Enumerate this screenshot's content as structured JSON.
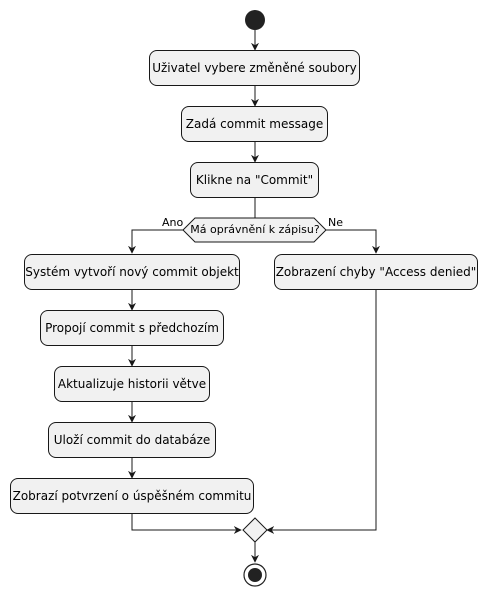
{
  "activities": {
    "a1": "Uživatel vybere změněné soubory",
    "a2": "Zadá commit message",
    "a3": "Klikne na \"Commit\"",
    "yes1": "Systém vytvoří nový commit objekt",
    "yes2": "Propojí commit s předchozím",
    "yes3": "Aktualizuje historii větve",
    "yes4": "Uloží commit do databáze",
    "yes5": "Zobrazí potvrzení o úspěšném commitu",
    "no1": "Zobrazení chyby \"Access denied\""
  },
  "decision": {
    "question": "Má oprávnění k zápisu?",
    "yes_label": "Ano",
    "no_label": "Ne"
  },
  "colors": {
    "node_fill": "#f1f1f1",
    "line": "#181818",
    "start_fill": "#222222"
  }
}
